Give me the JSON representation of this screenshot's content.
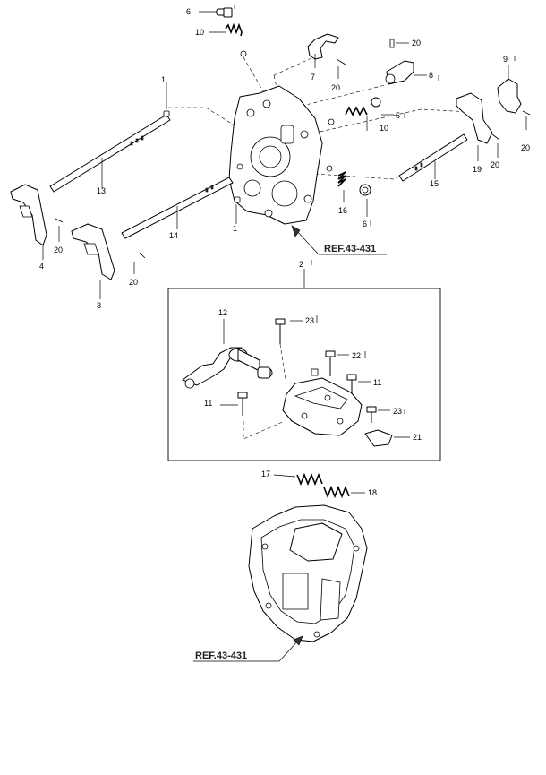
{
  "callouts": [
    {
      "id": "c6a",
      "text": "6"
    },
    {
      "id": "c10a",
      "text": "10"
    },
    {
      "id": "c20a",
      "text": "20"
    },
    {
      "id": "c7",
      "text": "7"
    },
    {
      "id": "c20b",
      "text": "20"
    },
    {
      "id": "c8",
      "text": "8"
    },
    {
      "id": "c9",
      "text": "9"
    },
    {
      "id": "c1a",
      "text": "1"
    },
    {
      "id": "c5",
      "text": "5"
    },
    {
      "id": "c10b",
      "text": "10"
    },
    {
      "id": "c20c",
      "text": "20"
    },
    {
      "id": "c19",
      "text": "19"
    },
    {
      "id": "c20d",
      "text": "20"
    },
    {
      "id": "c15",
      "text": "15"
    },
    {
      "id": "c13",
      "text": "13"
    },
    {
      "id": "c16",
      "text": "16"
    },
    {
      "id": "c6b",
      "text": "6"
    },
    {
      "id": "c14",
      "text": "14"
    },
    {
      "id": "c1b",
      "text": "1"
    },
    {
      "id": "c20e",
      "text": "20"
    },
    {
      "id": "c4",
      "text": "4"
    },
    {
      "id": "c2",
      "text": "2"
    },
    {
      "id": "c20f",
      "text": "20"
    },
    {
      "id": "c3",
      "text": "3"
    },
    {
      "id": "c12",
      "text": "12"
    },
    {
      "id": "c23a",
      "text": "23"
    },
    {
      "id": "c22",
      "text": "22"
    },
    {
      "id": "c11a",
      "text": "11"
    },
    {
      "id": "c11b",
      "text": "11"
    },
    {
      "id": "c23b",
      "text": "23"
    },
    {
      "id": "c21",
      "text": "21"
    },
    {
      "id": "c17",
      "text": "17"
    },
    {
      "id": "c18",
      "text": "18"
    }
  ],
  "references": {
    "upper": "REF.43-431",
    "lower": "REF.43-431"
  }
}
